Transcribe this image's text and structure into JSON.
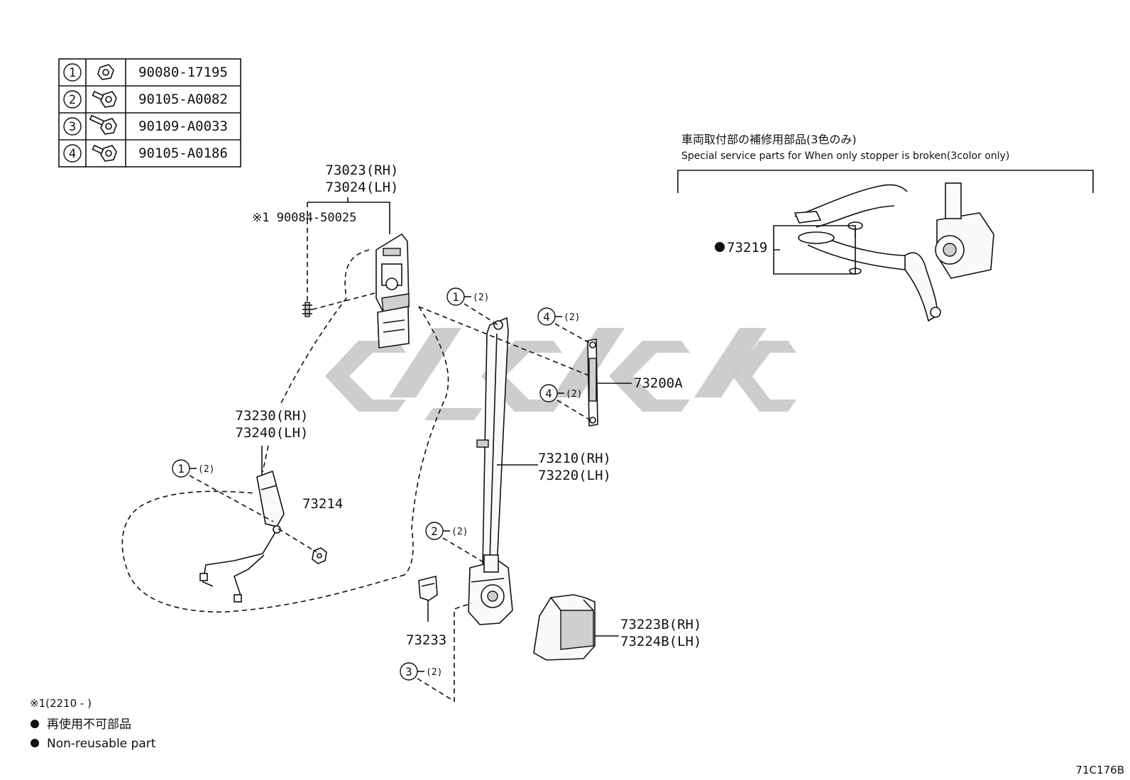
{
  "fastener_table": [
    {
      "num": "1",
      "icon": "nut-icon",
      "part": "90080-17195"
    },
    {
      "num": "2",
      "icon": "bolt-icon",
      "part": "90105-A0082"
    },
    {
      "num": "3",
      "icon": "bolt-icon",
      "part": "90109-A0033"
    },
    {
      "num": "4",
      "icon": "bolt-icon",
      "part": "90105-A0186"
    }
  ],
  "service": {
    "jp": "車両取付部の補修用部品(3色のみ)",
    "en": "Special service parts for When only stopper is broken(3color only)",
    "part": "73219"
  },
  "labels": {
    "p73023": "73023(RH)",
    "p73024": "73024(LH)",
    "p90084": "※1 90084-50025",
    "p73230": "73230(RH)",
    "p73240": "73240(LH)",
    "p73214": "73214",
    "p73200a": "73200A",
    "p73210": "73210(RH)",
    "p73220": "73220(LH)",
    "p73233": "73233",
    "p73223b": "73223B(RH)",
    "p73224b": "73224B(LH)"
  },
  "callouts": {
    "c1a": {
      "num": "1",
      "qty": "(2)"
    },
    "c1b": {
      "num": "1",
      "qty": "(2)"
    },
    "c2": {
      "num": "2",
      "qty": "(2)"
    },
    "c3": {
      "num": "3",
      "qty": "(2)"
    },
    "c4a": {
      "num": "4",
      "qty": "(2)"
    },
    "c4b": {
      "num": "4",
      "qty": "(2)"
    }
  },
  "notes": {
    "serial": "※1(2210 -       )",
    "jp": "再使用不可部品",
    "en": "Non-reusable part"
  },
  "figure_id": "71C176B"
}
